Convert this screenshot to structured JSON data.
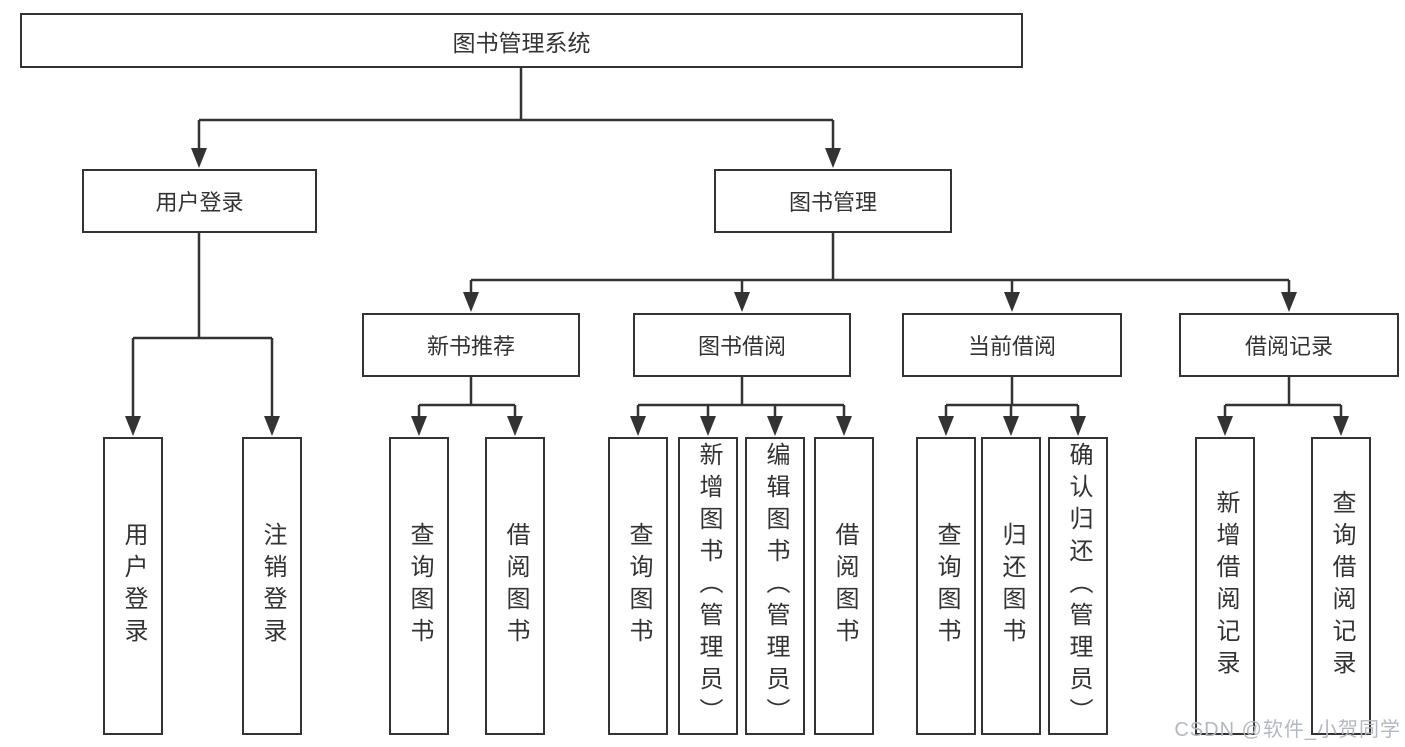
{
  "tree": {
    "label": "图书管理系统",
    "children": [
      {
        "label": "用户登录",
        "children": [
          {
            "label": "用户登录"
          },
          {
            "label": "注销登录"
          }
        ]
      },
      {
        "label": "图书管理",
        "children": [
          {
            "label": "新书推荐",
            "children": [
              {
                "label": "查询图书"
              },
              {
                "label": "借阅图书"
              }
            ]
          },
          {
            "label": "图书借阅",
            "children": [
              {
                "label": "查询图书"
              },
              {
                "label": "新增图书（管理员）"
              },
              {
                "label": "编辑图书（管理员）"
              },
              {
                "label": "借阅图书"
              }
            ]
          },
          {
            "label": "当前借阅",
            "children": [
              {
                "label": "查询图书"
              },
              {
                "label": "归还图书"
              },
              {
                "label": "确认归还（管理员）"
              }
            ]
          },
          {
            "label": "借阅记录",
            "children": [
              {
                "label": "新增借阅记录"
              },
              {
                "label": "查询借阅记录"
              }
            ]
          }
        ]
      }
    ]
  },
  "watermark": {
    "text": "CSDN @软件_小贺同学"
  },
  "colors": {
    "line": "#333333",
    "text": "#333333",
    "box_background": "#ffffff",
    "page_background": "#ffffff",
    "watermark": "#b3b8c0"
  }
}
